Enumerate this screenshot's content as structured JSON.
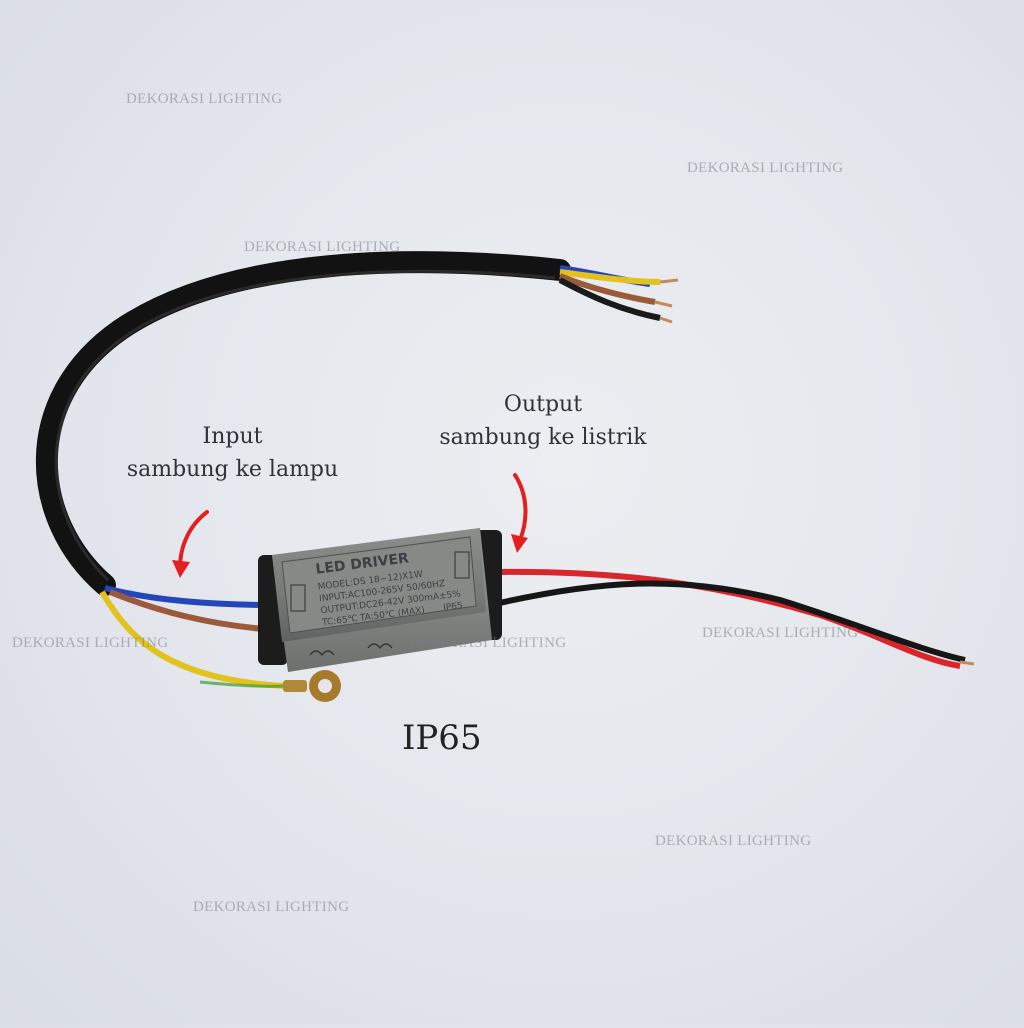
{
  "watermark_text": "DEKORASI LIGHTING",
  "labels": {
    "input_title": "Input",
    "input_sub": "sambung ke lampu",
    "output_title": "Output",
    "output_sub": "sambung ke listrik",
    "rating": "IP65"
  },
  "driver": {
    "title": "LED DRIVER",
    "model": "MODEL:DS 18~12)X1W",
    "input": "INPUT:AC100-265V 50/60HZ",
    "output": "OUTPUT:DC26-42V 300mA±5%",
    "tc": "TC:65℃",
    "ta": "TA:50℃ (MAX)",
    "ip": "IP65"
  },
  "colors": {
    "arrow": "#e41f1f",
    "cable": "#141414",
    "driver_body": "#7c817e",
    "wire_red": "#d9262a",
    "wire_blue": "#2546b8",
    "wire_yellow": "#e2c21c",
    "wire_brown": "#9b5a3a"
  }
}
